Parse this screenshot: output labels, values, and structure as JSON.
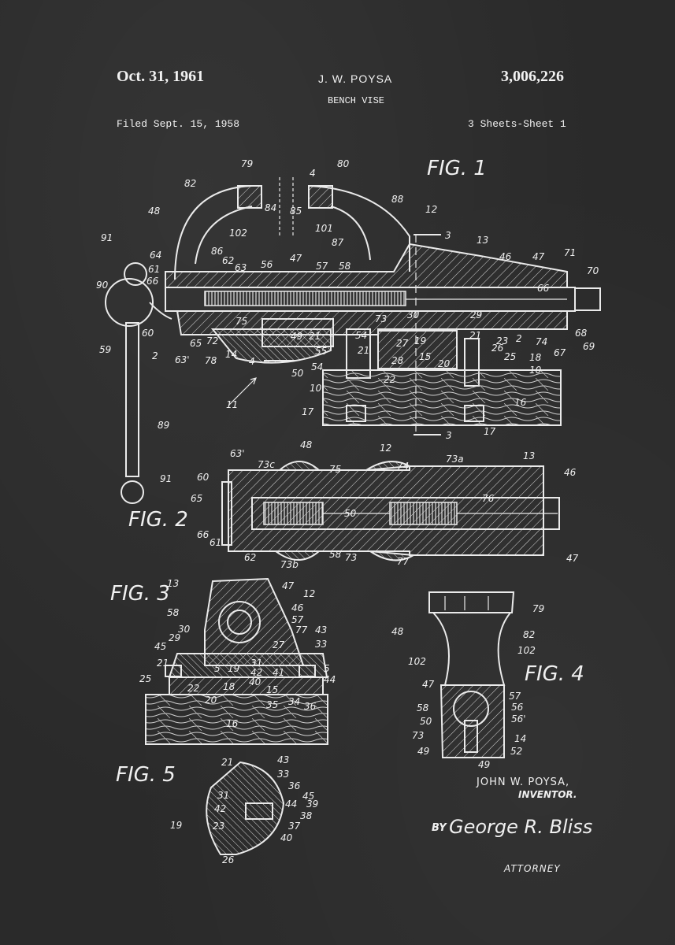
{
  "header": {
    "date": "Oct. 31, 1961",
    "inventor": "J. W. POYSA",
    "patent_number": "3,006,226",
    "title": "BENCH VISE",
    "filed": "Filed Sept. 15, 1958",
    "sheets": "3 Sheets-Sheet 1"
  },
  "figures": {
    "fig1": "FIG. 1",
    "fig2": "FIG. 2",
    "fig3": "FIG. 3",
    "fig4": "FIG. 4",
    "fig5": "FIG. 5"
  },
  "signature": {
    "inventor_name": "JOHN W. POYSA,",
    "inventor_role": "INVENTOR.",
    "by": "BY",
    "attorney_signature": "George R. Bliss",
    "attorney_label": "ATTORNEY"
  },
  "fig1_refs": {
    "r79": "79",
    "r80": "80",
    "r82": "82",
    "r88": "88",
    "r48": "48",
    "r12": "12",
    "r84": "84",
    "r85": "85",
    "r4a": "4",
    "r101": "101",
    "r87": "87",
    "r3a": "3",
    "r13": "13",
    "r102": "102",
    "r86": "86",
    "r62": "62",
    "r64": "64",
    "r63": "63",
    "r56": "56",
    "r47": "47",
    "r57": "57",
    "r58": "58",
    "r46": "46",
    "r47b": "47",
    "r71": "71",
    "r70": "70",
    "r91": "91",
    "r61": "61",
    "r66": "66",
    "r90": "90",
    "r66b": "66",
    "r75": "75",
    "r73": "73",
    "r30": "30",
    "r29": "29",
    "r59": "59",
    "r60": "60",
    "r65": "65",
    "r72": "72",
    "r49": "49",
    "r21": "21",
    "r54": "54",
    "r27": "27",
    "r19": "19",
    "r21b": "21",
    "r23": "23",
    "r2a": "2",
    "r74": "74",
    "r68": "68",
    "r67": "67",
    "r69": "69",
    "r2b": "2",
    "r63b": "63'",
    "r78": "78",
    "r14": "14",
    "r4b": "4",
    "r55": "55",
    "r21c": "21",
    "r28": "28",
    "r15": "15",
    "r20": "20",
    "r26": "26",
    "r25": "25",
    "r18": "18",
    "r50": "50",
    "r54b": "54",
    "r22": "22",
    "r10a": "10",
    "r10b": "10",
    "r11": "11",
    "r17a": "17",
    "r16": "16",
    "r17b": "17",
    "r3b": "3",
    "r89": "89",
    "r91b": "91"
  },
  "fig2_refs": {
    "r63": "63'",
    "r48": "48",
    "r12": "12",
    "r73a": "73a",
    "r13": "13",
    "r60": "60",
    "r73c": "73c",
    "r75": "75",
    "r74": "74",
    "r46": "46",
    "r65": "65",
    "r76": "76",
    "r50": "50",
    "r66": "66",
    "r61": "61",
    "r62": "62",
    "r73b": "73b",
    "r58": "58",
    "r73": "73",
    "r77": "77",
    "r47": "47"
  },
  "fig3_refs": {
    "r13": "13",
    "r47": "47",
    "r12": "12",
    "r58": "58",
    "r46": "46",
    "r57": "57",
    "r30": "30",
    "r77": "77",
    "r43": "43",
    "r29": "29",
    "r45": "45",
    "r27": "27",
    "r33": "33",
    "r21": "21",
    "r5a": "5",
    "r19": "19",
    "r31": "31",
    "r42": "42",
    "r41": "41",
    "r5b": "5",
    "r25": "25",
    "r22": "22",
    "r18": "18",
    "r40": "40",
    "r15": "15",
    "r44": "44",
    "r20": "20",
    "r35": "35",
    "r34": "34",
    "r36": "36",
    "r16": "16"
  },
  "fig4_refs": {
    "r79": "79",
    "r48": "48",
    "r82": "82",
    "r102a": "102",
    "r102b": "102",
    "r47": "47",
    "r57": "57",
    "r58": "58",
    "r56": "56",
    "r50": "50",
    "r56b": "56'",
    "r73": "73",
    "r14": "14",
    "r49a": "49",
    "r52": "52",
    "r49b": "49"
  },
  "fig5_refs": {
    "r21": "21",
    "r43": "43",
    "r33": "33",
    "r36": "36",
    "r45": "45",
    "r31": "31",
    "r44": "44",
    "r39": "39",
    "r42": "42",
    "r38": "38",
    "r19": "19",
    "r23": "23",
    "r37": "37",
    "r40": "40",
    "r26": "26"
  }
}
